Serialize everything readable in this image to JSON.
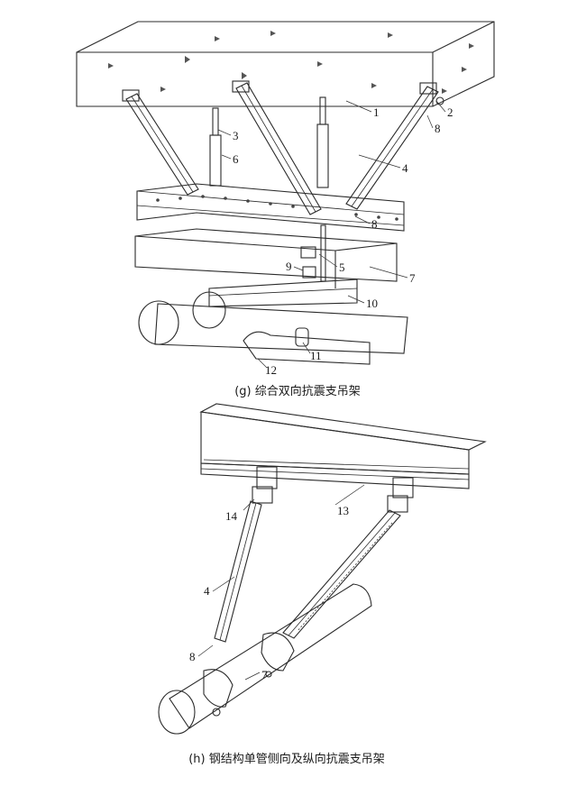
{
  "figure_g": {
    "caption": "(g) 综合双向抗震支吊架",
    "labels": [
      "1",
      "2",
      "3",
      "4",
      "5",
      "6",
      "7",
      "8",
      "8",
      "9",
      "10",
      "11",
      "12"
    ]
  },
  "figure_h": {
    "caption": "(h) 钢结构单管侧向及纵向抗震支吊架",
    "labels": [
      "13",
      "14",
      "4",
      "8",
      "7"
    ]
  }
}
